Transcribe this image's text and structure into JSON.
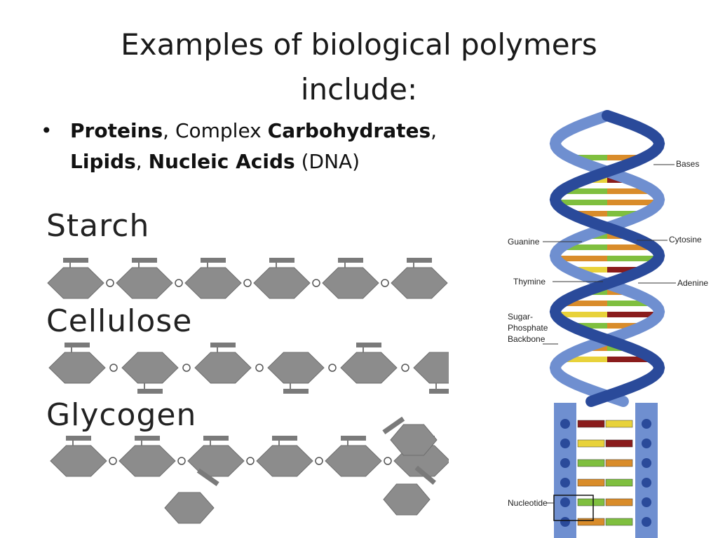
{
  "slide": {
    "title": "Examples of biological polymers include:",
    "bullet": {
      "marker": "•",
      "parts": [
        {
          "text": "Proteins",
          "bold": true
        },
        {
          "text": ", Complex ",
          "bold": false
        },
        {
          "text": "Carbohydrates",
          "bold": true
        },
        {
          "text": ", ",
          "bold": false
        },
        {
          "text": "Lipids",
          "bold": true
        },
        {
          "text": ", ",
          "bold": false
        },
        {
          "text": "Nucleic Acids",
          "bold": true
        },
        {
          "text": " (DNA)",
          "bold": false
        }
      ]
    }
  },
  "polysaccharides": {
    "labels": [
      "Starch",
      "Cellulose",
      "Glycogen"
    ],
    "colors": {
      "ring": "#8c8c8c",
      "link": "#ffffff",
      "outline": "#6e6e6e"
    }
  },
  "dna": {
    "labels": {
      "bases": "Bases",
      "guanine": "Guanine",
      "cytosine": "Cytosine",
      "thymine": "Thymine",
      "adenine": "Adenine",
      "backbone_1": "Sugar-",
      "backbone_2": "Phosphate",
      "backbone_3": "Backbone",
      "nucleotide": "Nucleotide"
    },
    "colors": {
      "backbone_dark": "#2a4a9a",
      "backbone_light": "#6f8fd0",
      "guanine": "#7fbf3f",
      "cytosine": "#d98c2a",
      "adenine": "#e8d23a",
      "thymine": "#8a1c1c"
    }
  }
}
